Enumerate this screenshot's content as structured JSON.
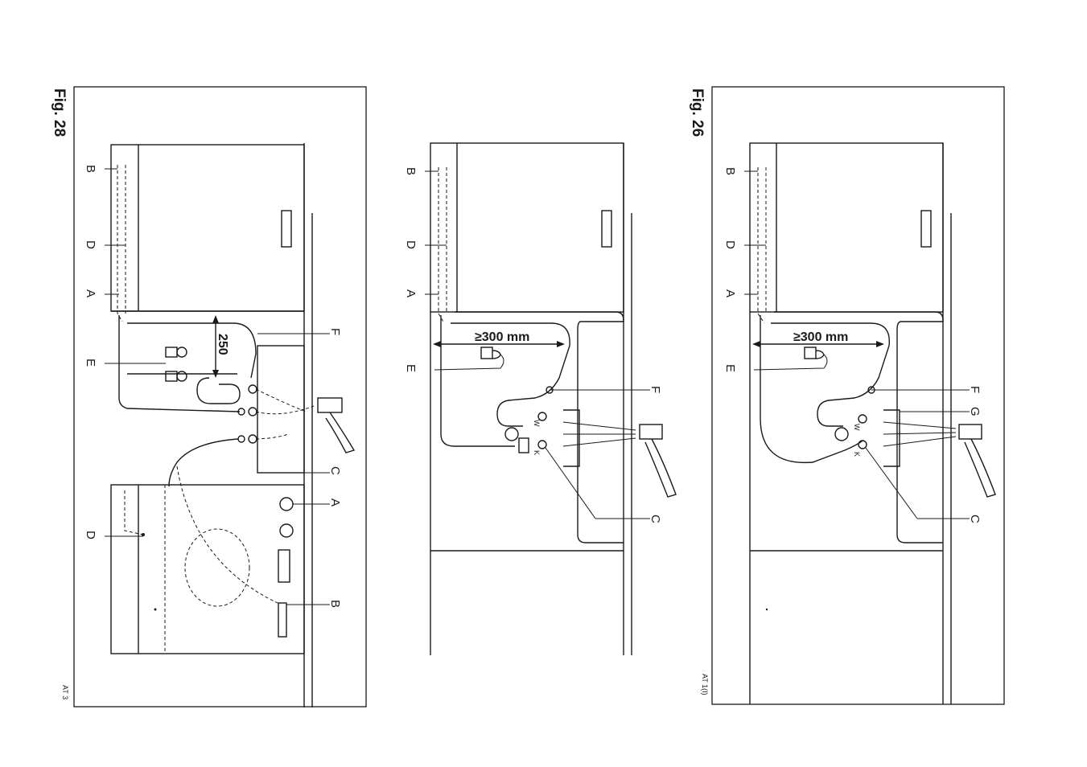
{
  "figures": {
    "left": {
      "caption": "Fig. 28",
      "code": "AT 3",
      "dimension": "250",
      "labels": {
        "B": "B",
        "D": "D",
        "A": "A",
        "E": "E",
        "F": "F",
        "C": "C",
        "A2": "A",
        "D2": "D",
        "B2": "B"
      }
    },
    "middle": {
      "dimension": "≥300 mm",
      "labels": {
        "B": "B",
        "D": "D",
        "A": "A",
        "E": "E",
        "F": "F",
        "C": "C",
        "W": "W",
        "K": "K"
      }
    },
    "right": {
      "caption": "Fig. 26",
      "code": "AT 1(I)",
      "dimension": "≥300 mm",
      "labels": {
        "B": "B",
        "D": "D",
        "A": "A",
        "E": "E",
        "F": "F",
        "G": "G",
        "C": "C",
        "W": "W",
        "K": "K"
      }
    }
  }
}
